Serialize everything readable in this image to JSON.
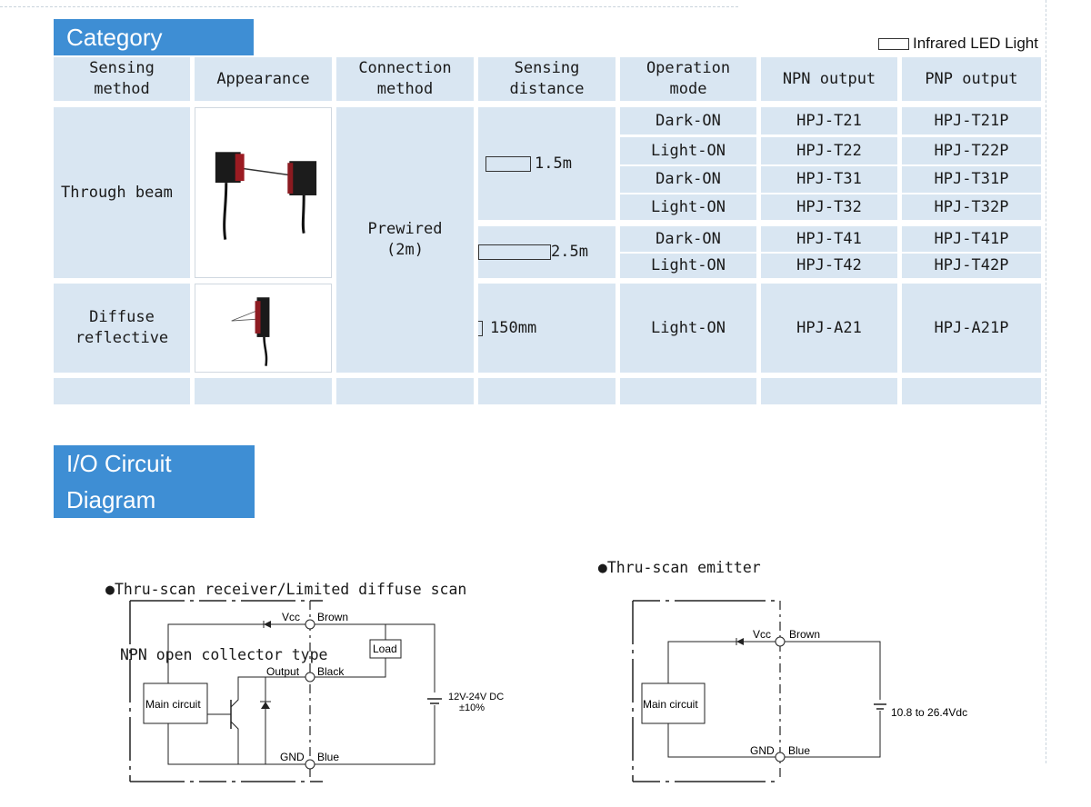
{
  "category_title": "Category",
  "legend_label": "Infrared LED Light",
  "headers": {
    "sensing_method": [
      "Sensing",
      "method"
    ],
    "appearance": "Appearance",
    "connection_method": [
      "Connection",
      "method"
    ],
    "sensing_distance": [
      "Sensing",
      "distance"
    ],
    "operation_mode": [
      "Operation",
      "mode"
    ],
    "npn_output": "NPN output",
    "pnp_output": "PNP output"
  },
  "methods": {
    "through_beam": "Through beam",
    "diffuse": [
      "Diffuse",
      "reflective"
    ]
  },
  "connection": [
    "Prewired",
    "(2m)"
  ],
  "distances": {
    "d1": "1.5m",
    "d2": "2.5m",
    "d3": "150mm"
  },
  "rows": [
    {
      "mode": "Dark-ON",
      "npn": "HPJ-T21",
      "pnp": "HPJ-T21P"
    },
    {
      "mode": "Light-ON",
      "npn": "HPJ-T22",
      "pnp": "HPJ-T22P"
    },
    {
      "mode": "Dark-ON",
      "npn": "HPJ-T31",
      "pnp": "HPJ-T31P"
    },
    {
      "mode": "Light-ON",
      "npn": "HPJ-T32",
      "pnp": "HPJ-T32P"
    },
    {
      "mode": "Dark-ON",
      "npn": "HPJ-T41",
      "pnp": "HPJ-T41P"
    },
    {
      "mode": "Light-ON",
      "npn": "HPJ-T42",
      "pnp": "HPJ-T42P"
    },
    {
      "mode": "Light-ON",
      "npn": "HPJ-A21",
      "pnp": "HPJ-A21P"
    }
  ],
  "io_title": "I/O Circuit Diagram",
  "diagram_left": {
    "caption_line1": "Thru-scan receiver/Limited diffuse scan",
    "caption_line2": "NPN open collector type",
    "vcc": "Vcc",
    "brown": "Brown",
    "load": "Load",
    "output": "Output",
    "black": "Black",
    "main_circuit": "Main circuit",
    "supply_line1": "12V-24V DC",
    "supply_line2": "±10%",
    "gnd": "GND",
    "blue": "Blue"
  },
  "diagram_right": {
    "caption": "Thru-scan emitter",
    "vcc": "Vcc",
    "brown": "Brown",
    "main_circuit": "Main circuit",
    "supply": "10.8 to 26.4Vdc",
    "gnd": "GND",
    "blue": "Blue"
  },
  "bullet": "●"
}
